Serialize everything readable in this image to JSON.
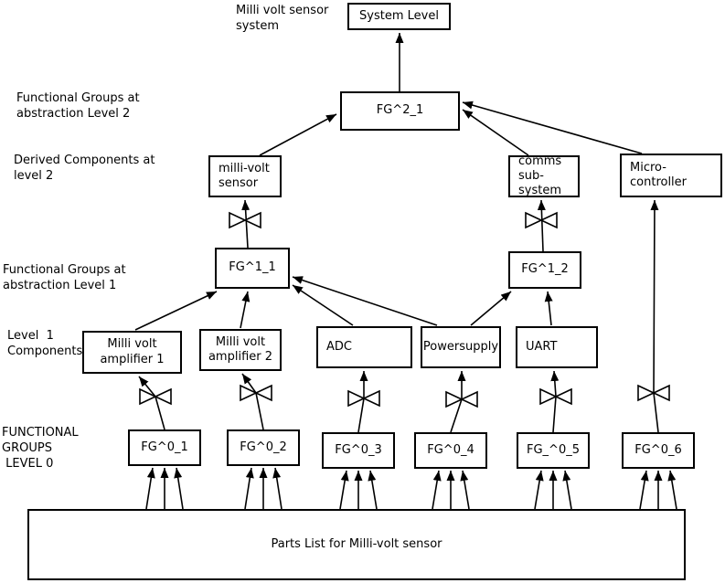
{
  "diagram": {
    "background": "#ffffff",
    "line_color": "#000000",
    "annotations": {
      "system_note": "Milli volt sensor\nsystem",
      "level2_groups": "Functional Groups at\nabstraction Level 2",
      "derived_level2": "Derived Components at\nlevel 2",
      "level1_groups": "Functional Groups at\nabstraction Level 1",
      "level1_components": "Level  1\nComponents",
      "level0_groups": "FUNCTIONAL\nGROUPS\n LEVEL 0"
    },
    "nodes": {
      "system_level": "System Level",
      "fg2_1": "FG^2_1",
      "millivolt_sensor": "milli-volt\nsensor",
      "comms_subsystem": "comms\nsub-system",
      "microcontroller": "Micro-\ncontroller",
      "fg1_1": "FG^1_1",
      "fg1_2": "FG^1_2",
      "amplifier1": "Milli volt\namplifier 1",
      "amplifier2": "Milli volt\namplifier 2",
      "adc": "ADC",
      "powersupply": "Powersupply",
      "uart": "UART",
      "fg0_1": "FG^0_1",
      "fg0_2": "FG^0_2",
      "fg0_3": "FG^0_3",
      "fg0_4": "FG^0_4",
      "fg0_5": "FG_^0_5",
      "fg0_6": "FG^0_6",
      "parts_list": "Parts List for Milli-volt sensor"
    }
  }
}
